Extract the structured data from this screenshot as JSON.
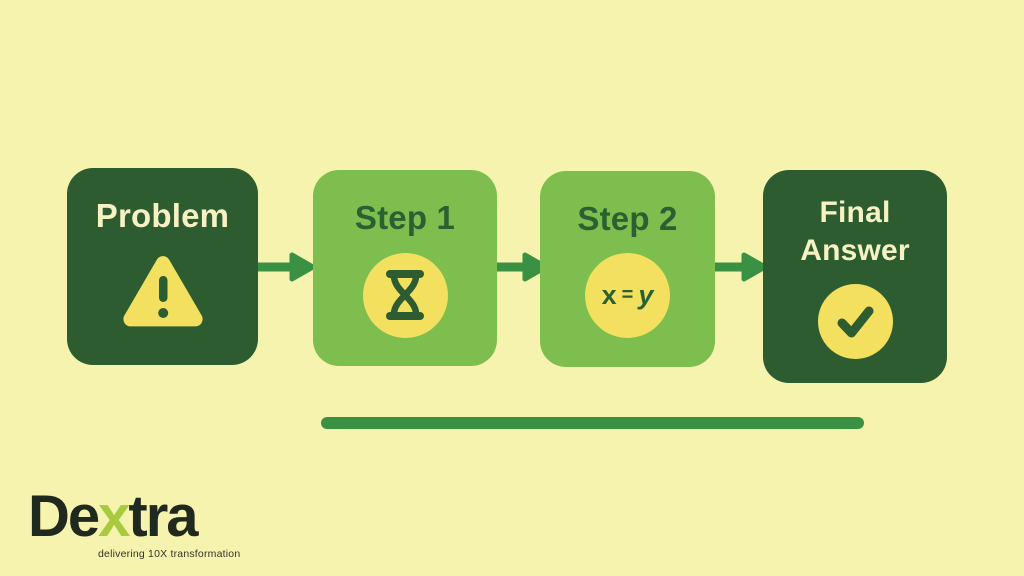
{
  "colors": {
    "background": "#f5f3ae",
    "node_dark_green": "#2d5c30",
    "node_light_green": "#7dbe4e",
    "badge_yellow": "#f2e05e",
    "arrow_green": "#3a9043",
    "text_on_dark": "#f6f2c4",
    "text_on_light": "#2a6132",
    "logo_dark": "#20291e",
    "logo_accent_green": "#a7ca3e"
  },
  "flow": {
    "nodes": [
      {
        "label": "Problem",
        "icon": "warning-triangle-icon",
        "variant": "dark"
      },
      {
        "label": "Step 1",
        "icon": "hourglass-icon",
        "variant": "light"
      },
      {
        "label": "Step 2",
        "icon": "equation-badge",
        "variant": "light",
        "equation": {
          "lhs": "x",
          "op": "=",
          "rhs": "y"
        }
      },
      {
        "label": "Final Answer",
        "icon": "checkmark-icon",
        "variant": "dark"
      }
    ]
  },
  "brand": {
    "logo_prefix": "De",
    "logo_accent": "x",
    "logo_suffix": "tra",
    "tagline": "delivering 10X transformation"
  }
}
